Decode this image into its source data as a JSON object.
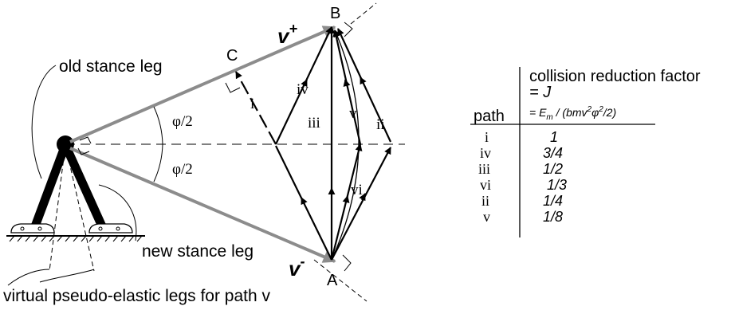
{
  "labels": {
    "point_A": "A",
    "point_B": "B",
    "point_C": "C",
    "v_plus_base": "v",
    "v_plus_sup": "+",
    "v_minus_base": "v",
    "v_minus_sup": "-",
    "half_angle_upper": "φ/2",
    "half_angle_lower": "φ/2",
    "old_stance_leg": "old stance leg",
    "new_stance_leg": "new stance leg",
    "virtual_legs": "virtual pseudo-elastic legs for path v"
  },
  "path_labels": {
    "i": "i",
    "iv": "iv",
    "iii": "iii",
    "v": "v",
    "ii": "ii",
    "vi": "vi"
  },
  "table": {
    "header_line1": "collision reduction factor",
    "header_line2": "= J",
    "header_line3": "= E",
    "header_line3_sub": "m",
    "header_line3_rest": " / (bmv",
    "header_line3_sup1": "2",
    "header_line3_phi": "φ",
    "header_line3_sup2": "2",
    "header_line3_end": "/2)",
    "path_header": "path",
    "rows": [
      {
        "path": "i",
        "factor": "1"
      },
      {
        "path": "iv",
        "factor": "3/4"
      },
      {
        "path": "iii",
        "factor": "1/2"
      },
      {
        "path": "vi",
        "factor": "1/3"
      },
      {
        "path": "ii",
        "factor": "1/4"
      },
      {
        "path": "v",
        "factor": "1/8"
      }
    ]
  }
}
